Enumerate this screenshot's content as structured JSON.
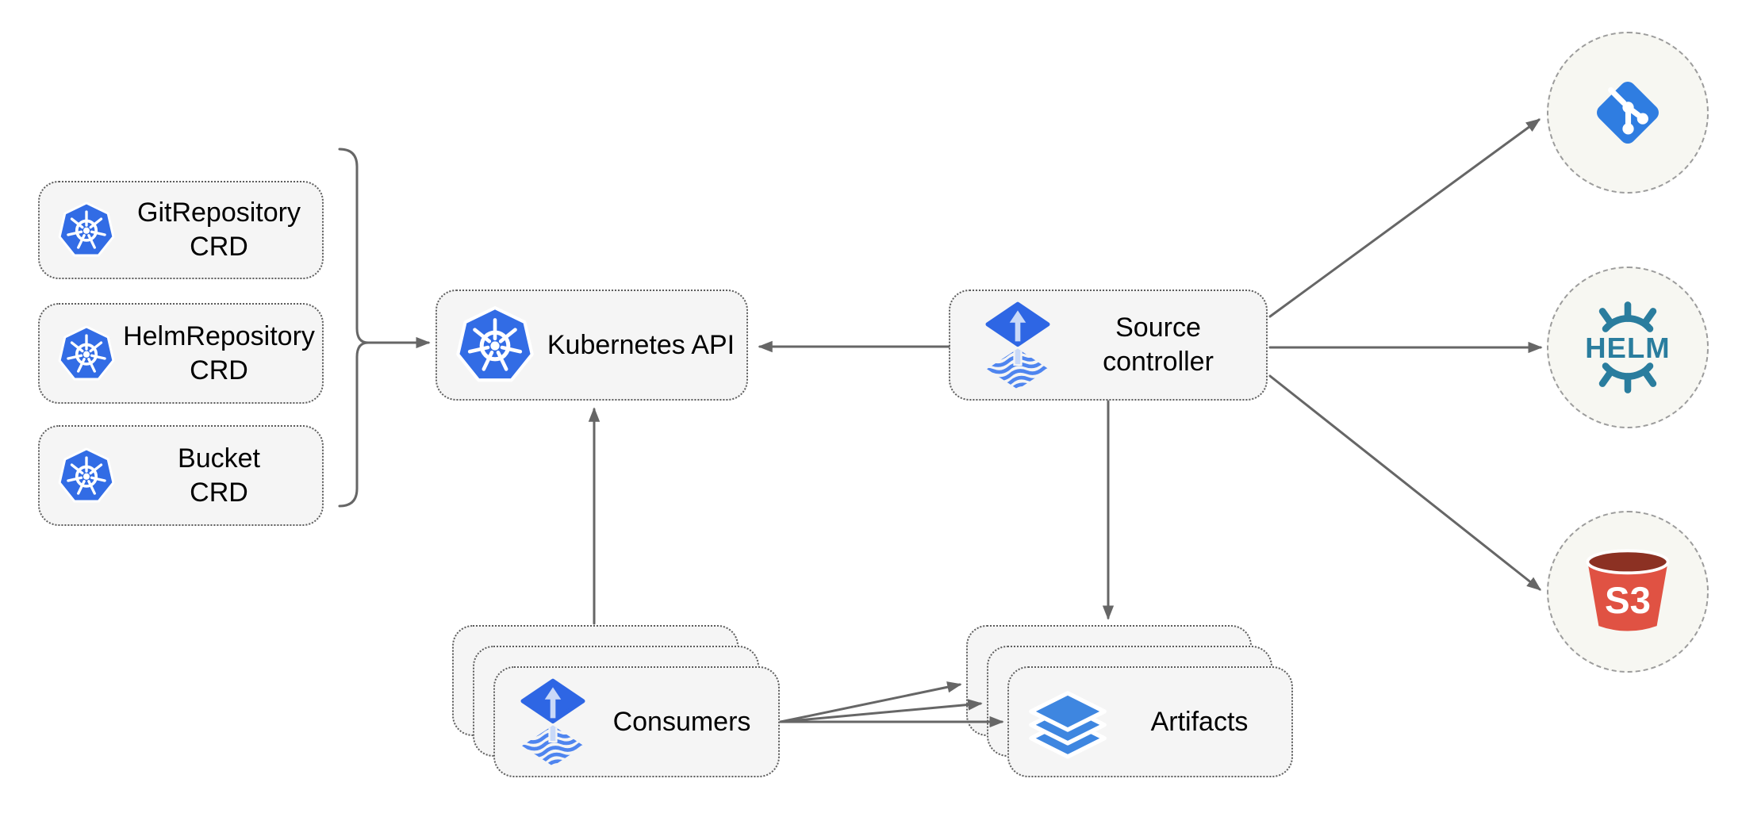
{
  "diagram": {
    "crd_boxes": [
      {
        "line1": "GitRepository",
        "line2": "CRD"
      },
      {
        "line1": "HelmRepository",
        "line2": "CRD"
      },
      {
        "line1": "Bucket",
        "line2": "CRD"
      }
    ],
    "kubernetes_api": {
      "label": "Kubernetes API"
    },
    "source_controller": {
      "line1": "Source",
      "line2": "controller"
    },
    "consumers": {
      "label": "Consumers"
    },
    "artifacts": {
      "label": "Artifacts"
    },
    "external_sources": {
      "helm_logo_text": "HELM",
      "s3_logo_text": "S3"
    }
  },
  "colors": {
    "kubernetes_blue": "#326CE5",
    "flux_blue": "#2E66E4",
    "flux_stripe_blue": "#4F85EF",
    "flux_arrow_light": "#C9D9F8",
    "git_blue": "#2F7DE1",
    "helm_teal": "#2A7D9E",
    "s3_red": "#E05243",
    "s3_dark_red": "#8C3123",
    "layers_blue": "#3E86E0",
    "connector_gray": "#666666"
  }
}
